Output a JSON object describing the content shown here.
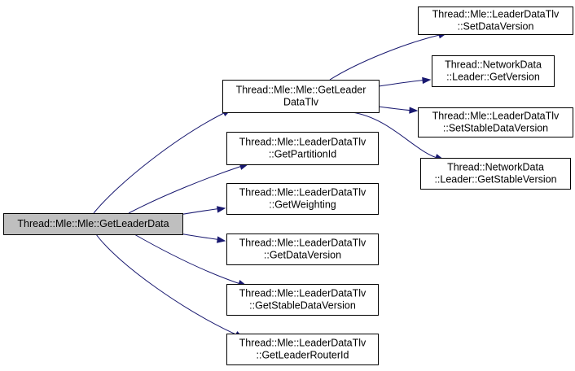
{
  "graph": {
    "nodes": [
      {
        "id": "root",
        "lines": [
          "Thread::Mle::Mle::GetLeaderData"
        ],
        "root": true
      },
      {
        "id": "getleaderdatatlv",
        "lines": [
          "Thread::Mle::Mle::GetLeader",
          "DataTlv"
        ]
      },
      {
        "id": "getpartitionid",
        "lines": [
          "Thread::Mle::LeaderDataTlv",
          "::GetPartitionId"
        ]
      },
      {
        "id": "getweighting",
        "lines": [
          "Thread::Mle::LeaderDataTlv",
          "::GetWeighting"
        ]
      },
      {
        "id": "getdataversion",
        "lines": [
          "Thread::Mle::LeaderDataTlv",
          "::GetDataVersion"
        ]
      },
      {
        "id": "getstabledataversion",
        "lines": [
          "Thread::Mle::LeaderDataTlv",
          "::GetStableDataVersion"
        ]
      },
      {
        "id": "getleaderrouterid",
        "lines": [
          "Thread::Mle::LeaderDataTlv",
          "::GetLeaderRouterId"
        ]
      },
      {
        "id": "setdataversion",
        "lines": [
          "Thread::Mle::LeaderDataTlv",
          "::SetDataVersion"
        ]
      },
      {
        "id": "nd-getversion",
        "lines": [
          "Thread::NetworkData",
          "::Leader::GetVersion"
        ]
      },
      {
        "id": "setstabledataversion",
        "lines": [
          "Thread::Mle::LeaderDataTlv",
          "::SetStableDataVersion"
        ]
      },
      {
        "id": "nd-getstableversion",
        "lines": [
          "Thread::NetworkData",
          "::Leader::GetStableVersion"
        ]
      }
    ],
    "edges": [
      {
        "from": "root",
        "to": "getleaderdatatlv"
      },
      {
        "from": "root",
        "to": "getpartitionid"
      },
      {
        "from": "root",
        "to": "getweighting"
      },
      {
        "from": "root",
        "to": "getdataversion"
      },
      {
        "from": "root",
        "to": "getstabledataversion"
      },
      {
        "from": "root",
        "to": "getleaderrouterid"
      },
      {
        "from": "getleaderdatatlv",
        "to": "setdataversion"
      },
      {
        "from": "getleaderdatatlv",
        "to": "nd-getversion"
      },
      {
        "from": "getleaderdatatlv",
        "to": "setstabledataversion"
      },
      {
        "from": "getleaderdatatlv",
        "to": "nd-getstableversion"
      }
    ],
    "colors": {
      "edge": "#191970",
      "root_fill": "#bfbfbf",
      "node_fill": "#ffffff",
      "border": "#000000"
    }
  }
}
